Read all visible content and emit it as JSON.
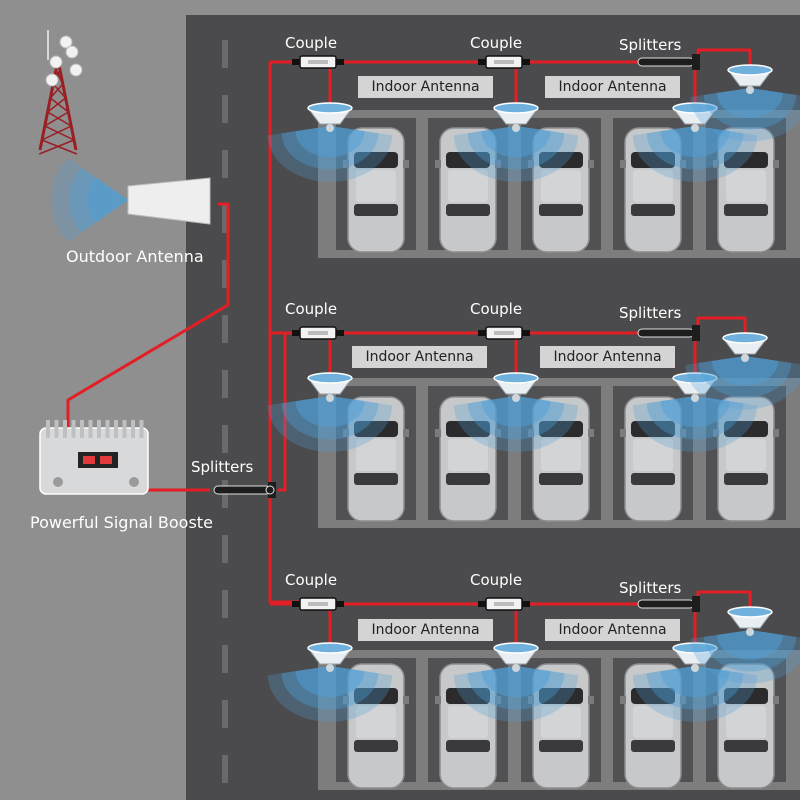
{
  "labels": {
    "outdoor_antenna": "Outdoor Antenna",
    "booster": "Powerful Signal Booste",
    "main_splitter": "Splitters",
    "couple": "Couple",
    "splitters": "Splitters",
    "indoor_antenna": "Indoor Antenna"
  },
  "colors": {
    "background": "#8f8f8f",
    "road": "#4b4b4d",
    "parking_curb": "#7d7d7d",
    "cable": "#e31e24",
    "signal": "#4f9fd6",
    "tower": "#9a1f25",
    "label_bg": "#d4d4d4"
  },
  "rows": [
    {
      "name": "level-top"
    },
    {
      "name": "level-middle"
    },
    {
      "name": "level-bottom"
    }
  ],
  "icons": [
    "cell-tower-icon",
    "outdoor-antenna-icon",
    "signal-booster-icon",
    "splitter-icon",
    "coupler-icon",
    "ceiling-antenna-icon",
    "car-icon"
  ]
}
